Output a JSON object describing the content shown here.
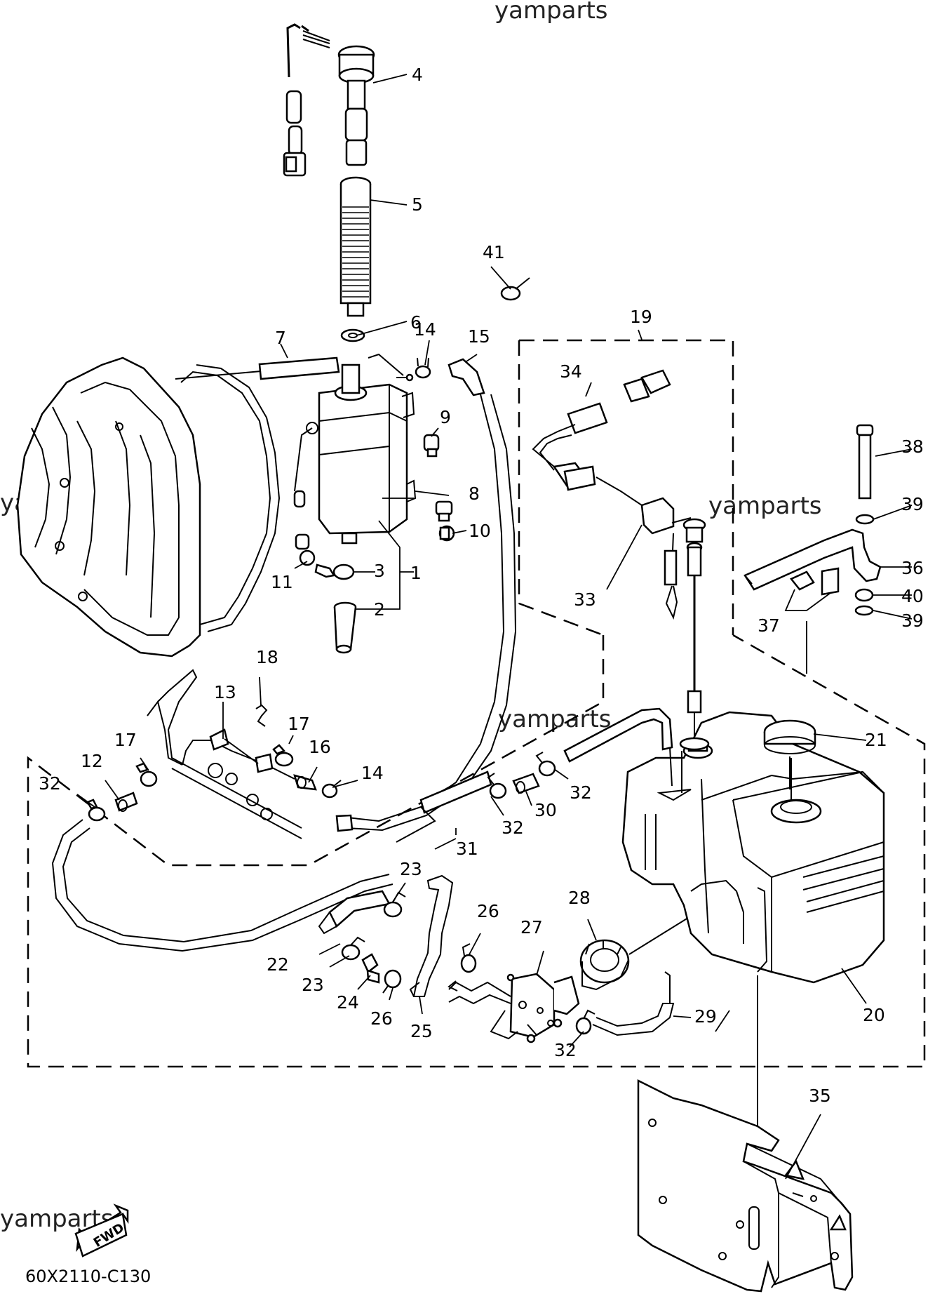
{
  "watermarks": [
    "yamparts",
    "yamparts",
    "yamparts",
    "yamparts",
    "yamparts",
    "yamparts"
  ],
  "drawing_code": "60X2110-C130",
  "fwd_label": "FWD",
  "callouts": {
    "c1": "1",
    "c2": "2",
    "c3": "3",
    "c4": "4",
    "c5": "5",
    "c6": "6",
    "c7": "7",
    "c8": "8",
    "c9": "9",
    "c10": "10",
    "c11": "11",
    "c12": "12",
    "c13": "13",
    "c14a": "14",
    "c14b": "14",
    "c15": "15",
    "c16": "16",
    "c17a": "17",
    "c17b": "17",
    "c18": "18",
    "c19": "19",
    "c20": "20",
    "c21": "21",
    "c22": "22",
    "c23a": "23",
    "c23b": "23",
    "c24": "24",
    "c25": "25",
    "c26a": "26",
    "c26b": "26",
    "c27": "27",
    "c28": "28",
    "c29": "29",
    "c30": "30",
    "c31": "31",
    "c32a": "32",
    "c32b": "32",
    "c32c": "32",
    "c32d": "32",
    "c33": "33",
    "c34": "34",
    "c35": "35",
    "c36": "36",
    "c37": "37",
    "c38": "38",
    "c39a": "39",
    "c39b": "39",
    "c40": "40",
    "c41": "41"
  }
}
